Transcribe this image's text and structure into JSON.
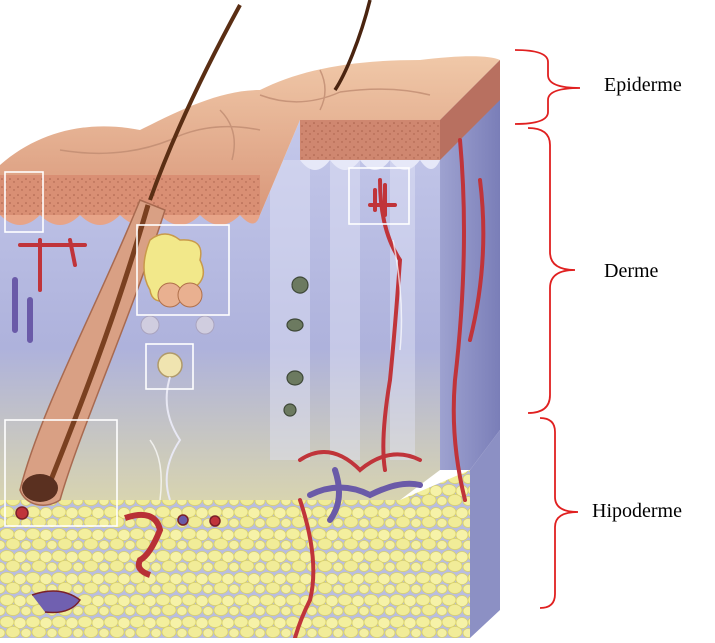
{
  "diagram": {
    "layers": [
      {
        "id": "epiderme",
        "label": "Epiderme"
      },
      {
        "id": "derme",
        "label": "Derme"
      },
      {
        "id": "hipoderme",
        "label": "Hipoderme"
      }
    ]
  },
  "colors": {
    "bracket": "#e02020",
    "epidermis_surface": "#e8b896",
    "epidermis_dark": "#c98870",
    "dermis": "#b4b8de",
    "dermis_light": "#d2d6f0",
    "fat": "#f2ee9c",
    "fat_outline": "#d6cf6a",
    "vessel_red": "#c0343a",
    "vessel_blue": "#6a5aa8",
    "hair": "#6b3a1a",
    "highlight_box": "#ffffff"
  }
}
